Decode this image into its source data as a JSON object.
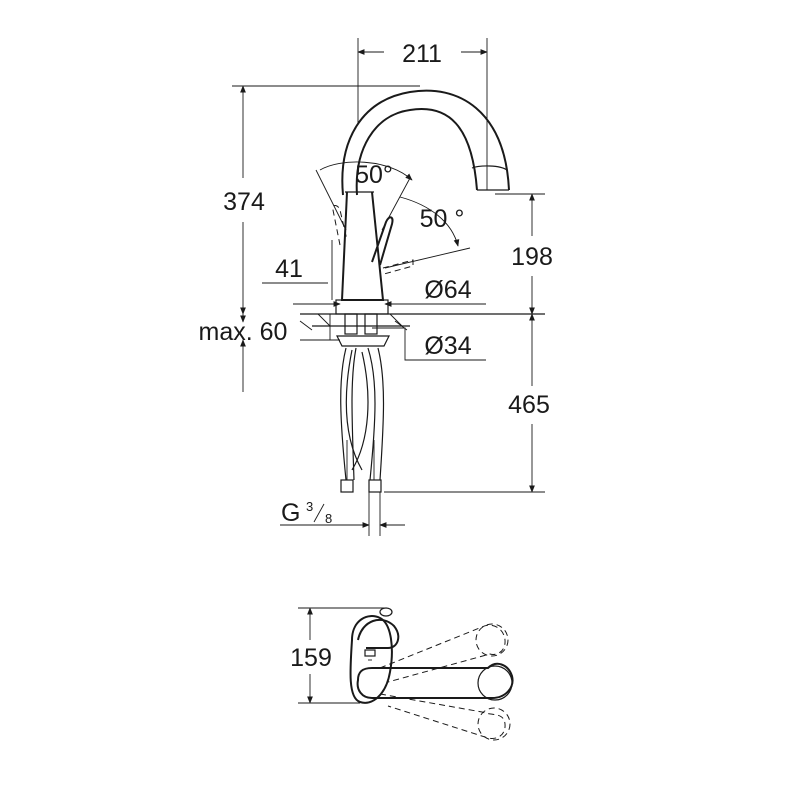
{
  "dimensions": {
    "reach": "211",
    "total_height": "374",
    "spout_height": "198",
    "handle_angle": "50°",
    "spray_angle": "50 °",
    "handle_clearance": "41",
    "body_diameter": "Ø64",
    "max_thickness_label": "max. 60",
    "shank_diameter": "Ø34",
    "hose_length": "465",
    "thread_label": "G",
    "thread_num": "3",
    "thread_den": "8",
    "plan_depth": "159"
  },
  "colors": {
    "line": "#1a1a1a",
    "background": "#ffffff"
  }
}
